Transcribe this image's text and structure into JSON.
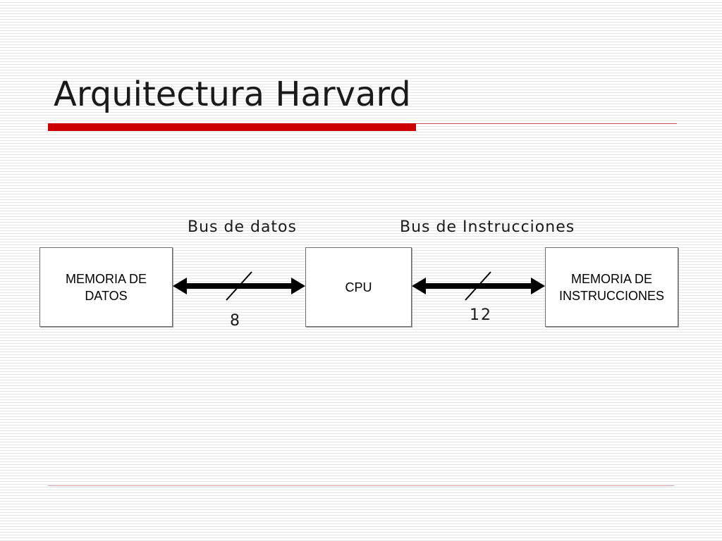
{
  "slide": {
    "title": "Arquitectura Harvard",
    "accent_color": "#cc0000"
  },
  "diagram": {
    "blocks": {
      "memoria_datos": "MEMORIA DE\nDATOS",
      "cpu": "CPU",
      "memoria_instrucciones": "MEMORIA DE\nINSTRUCCIONES"
    },
    "buses": {
      "datos": {
        "label": "Bus de datos",
        "width": "8"
      },
      "instrucciones": {
        "label": "Bus de Instrucciones",
        "width": "12"
      }
    }
  }
}
